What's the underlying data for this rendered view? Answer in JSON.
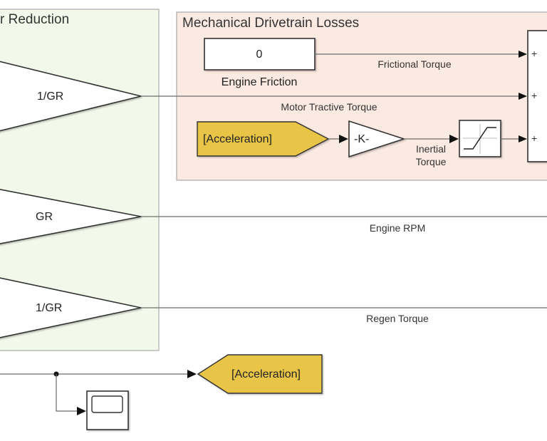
{
  "colors": {
    "gear_area_bg": "#f3f9ea",
    "losses_area_bg": "#fbeae2",
    "tag_fill": "#e8c547"
  },
  "areas": {
    "gear_reduction": {
      "title": "r Reduction"
    },
    "mechanical_losses": {
      "title": "Mechanical Drivetrain Losses"
    }
  },
  "blocks": {
    "gain_torque": {
      "label": "1/GR"
    },
    "gain_rpm": {
      "label": "GR"
    },
    "gain_regen": {
      "label": "1/GR"
    },
    "engine_friction": {
      "value": "0",
      "name": "Engine Friction"
    },
    "from_acceleration": {
      "label": "[Acceleration]"
    },
    "gain_k": {
      "label": "-K-"
    },
    "goto_acceleration": {
      "label": "[Acceleration]"
    },
    "sum_signs": [
      "+",
      "+",
      "+"
    ]
  },
  "signals": {
    "frictional_torque": "Frictional Torque",
    "motor_tractive_torque": "Motor Tractive Torque",
    "inertial_torque_line1": "Inertial",
    "inertial_torque_line2": "Torque",
    "engine_rpm": "Engine RPM",
    "regen_torque": "Regen Torque"
  }
}
